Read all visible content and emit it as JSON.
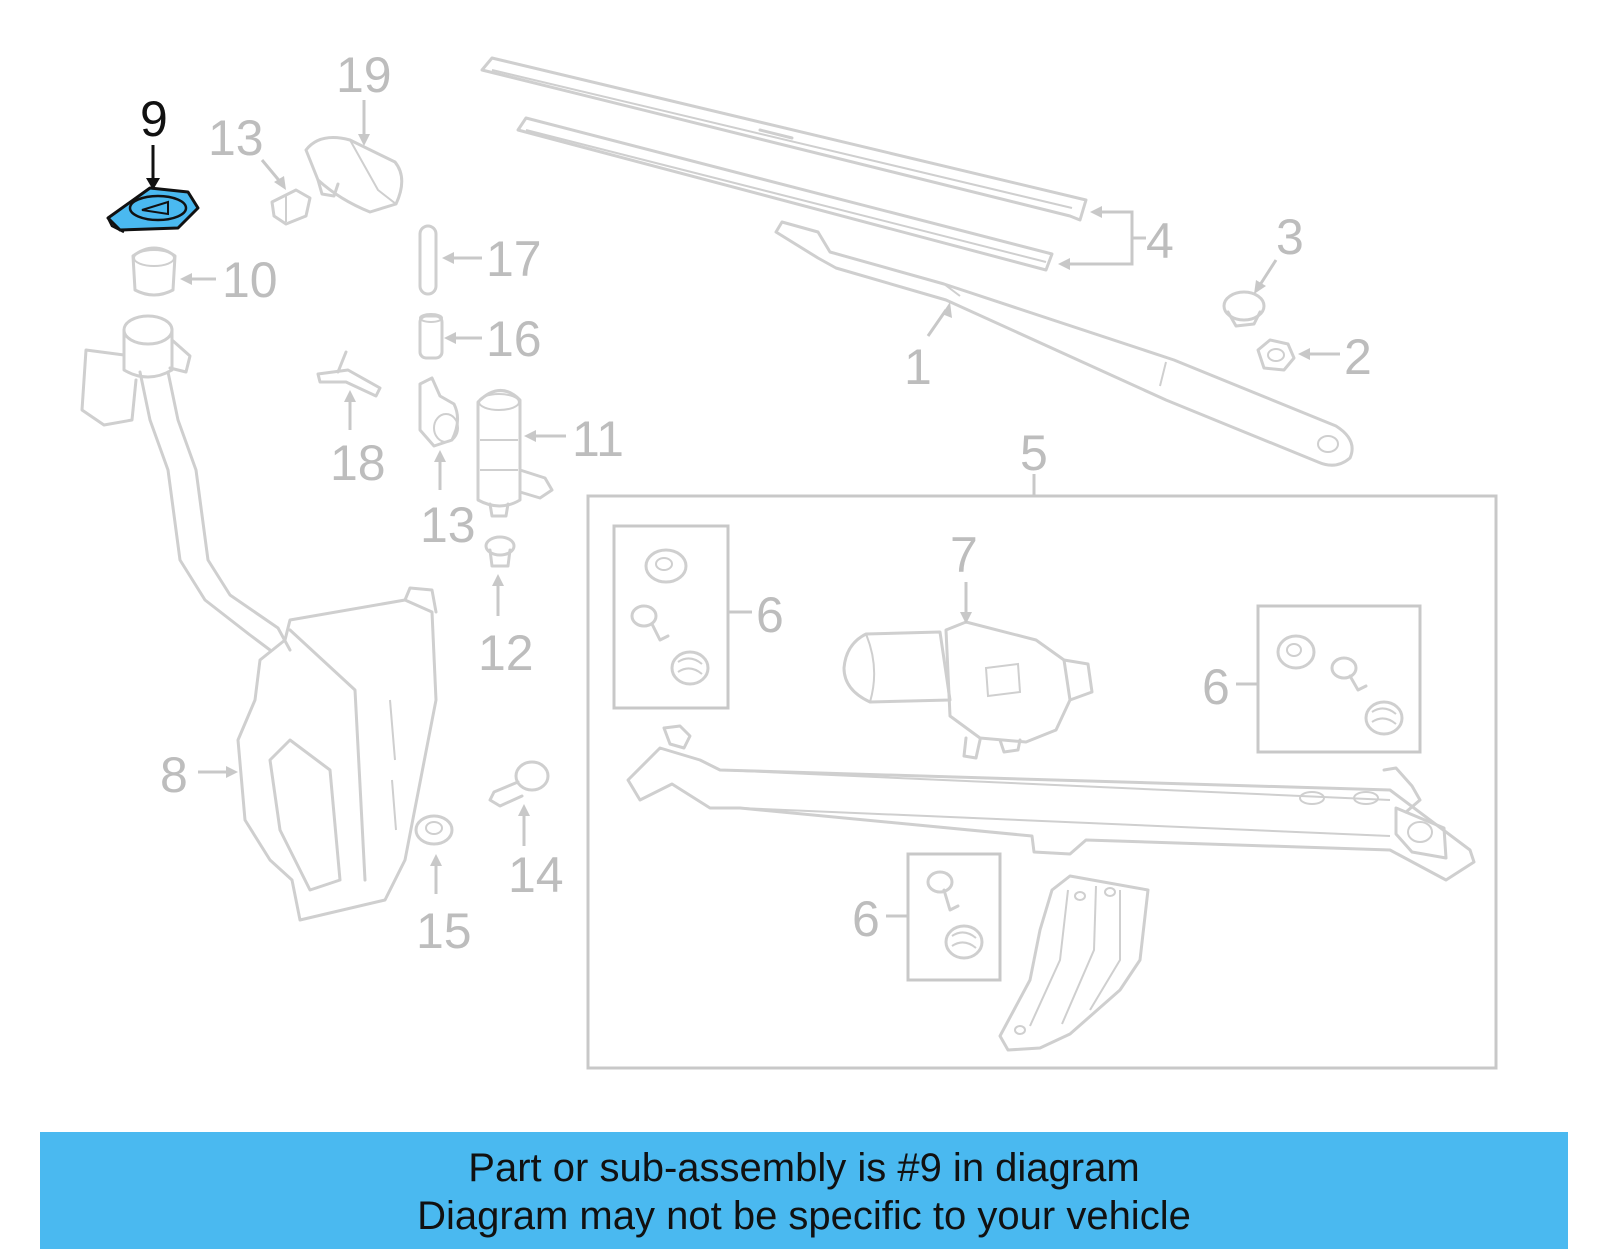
{
  "diagram": {
    "highlight_color": "#4ab9f0",
    "highlighted_part": "9",
    "callouts": {
      "c1": "1",
      "c2": "2",
      "c3": "3",
      "c4": "4",
      "c5": "5",
      "c6a": "6",
      "c6b": "6",
      "c6c": "6",
      "c7": "7",
      "c8": "8",
      "c9": "9",
      "c10": "10",
      "c11": "11",
      "c12": "12",
      "c13a": "13",
      "c13b": "13",
      "c14": "14",
      "c15": "15",
      "c16": "16",
      "c17": "17",
      "c18": "18",
      "c19": "19"
    }
  },
  "banner": {
    "line1": "Part or sub-assembly is #9 in diagram",
    "line2": "Diagram may not be specific to your vehicle"
  }
}
